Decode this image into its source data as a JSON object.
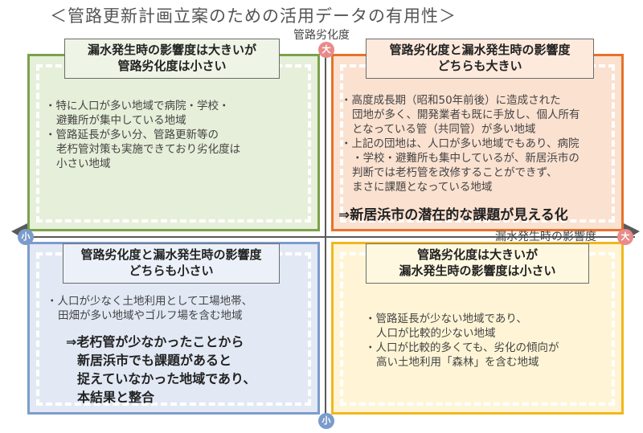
{
  "title": "＜管路更新計画立案のための活用データの有用性＞",
  "axes": {
    "y_label": "管路劣化度",
    "x_label": "漏水発生時の影響度",
    "high_label": "大",
    "low_label": "小"
  },
  "colors": {
    "top_left": "#7aa24b",
    "top_right": "#e7722b",
    "bottom_left": "#7d9ccb",
    "bottom_right": "#f2b71c"
  },
  "quadrants": {
    "top_left": {
      "heading": [
        "漏水発生時の影響度は大きいが",
        "管路劣化度は小さい"
      ],
      "lines": [
        "・特に人口が多い地域で病院・学校・",
        "避難所が集中している地域",
        "・管路延長が多い分、管路更新等の",
        "老朽管対策も実施できており劣化度は",
        "小さい地域"
      ]
    },
    "top_right": {
      "heading": [
        "管路劣化度と漏水発生時の影響度",
        "どちらも大きい"
      ],
      "lines": [
        "・高度成長期（昭和50年前後）に造成された",
        "団地が多く、開発業者も既に手放し、個人所有",
        "となっている管（共同管）が多い地域",
        "・上記の団地は、人口が多い地域でもあり、病院",
        "・学校・避難所も集中しているが、新居浜市の",
        "判断では老朽管を改修することができず、",
        "まさに課題となっている地域"
      ],
      "conclusion": "⇒新居浜市の潜在的な課題が見える化"
    },
    "bottom_left": {
      "heading": [
        "管路劣化度と漏水発生時の影響度",
        "どちらも小さい"
      ],
      "lines": [
        "・人口が少なく土地利用として工場地帯、",
        "田畑が多い地域やゴルフ場を含む地域"
      ],
      "conclusion": [
        "⇒老朽管が少なかったことから",
        "新居浜市でも課題があると",
        "捉えていなかった地域であり、",
        "本結果と整合"
      ]
    },
    "bottom_right": {
      "heading": [
        "管路劣化度は大きいが",
        "漏水発生時の影響度は小さい"
      ],
      "lines": [
        "・管路延長が少ない地域であり、",
        "人口が比較的少ない地域",
        "・人口が比較的多くても、劣化の傾向が",
        "高い土地利用「森林」を含む地域"
      ]
    }
  }
}
